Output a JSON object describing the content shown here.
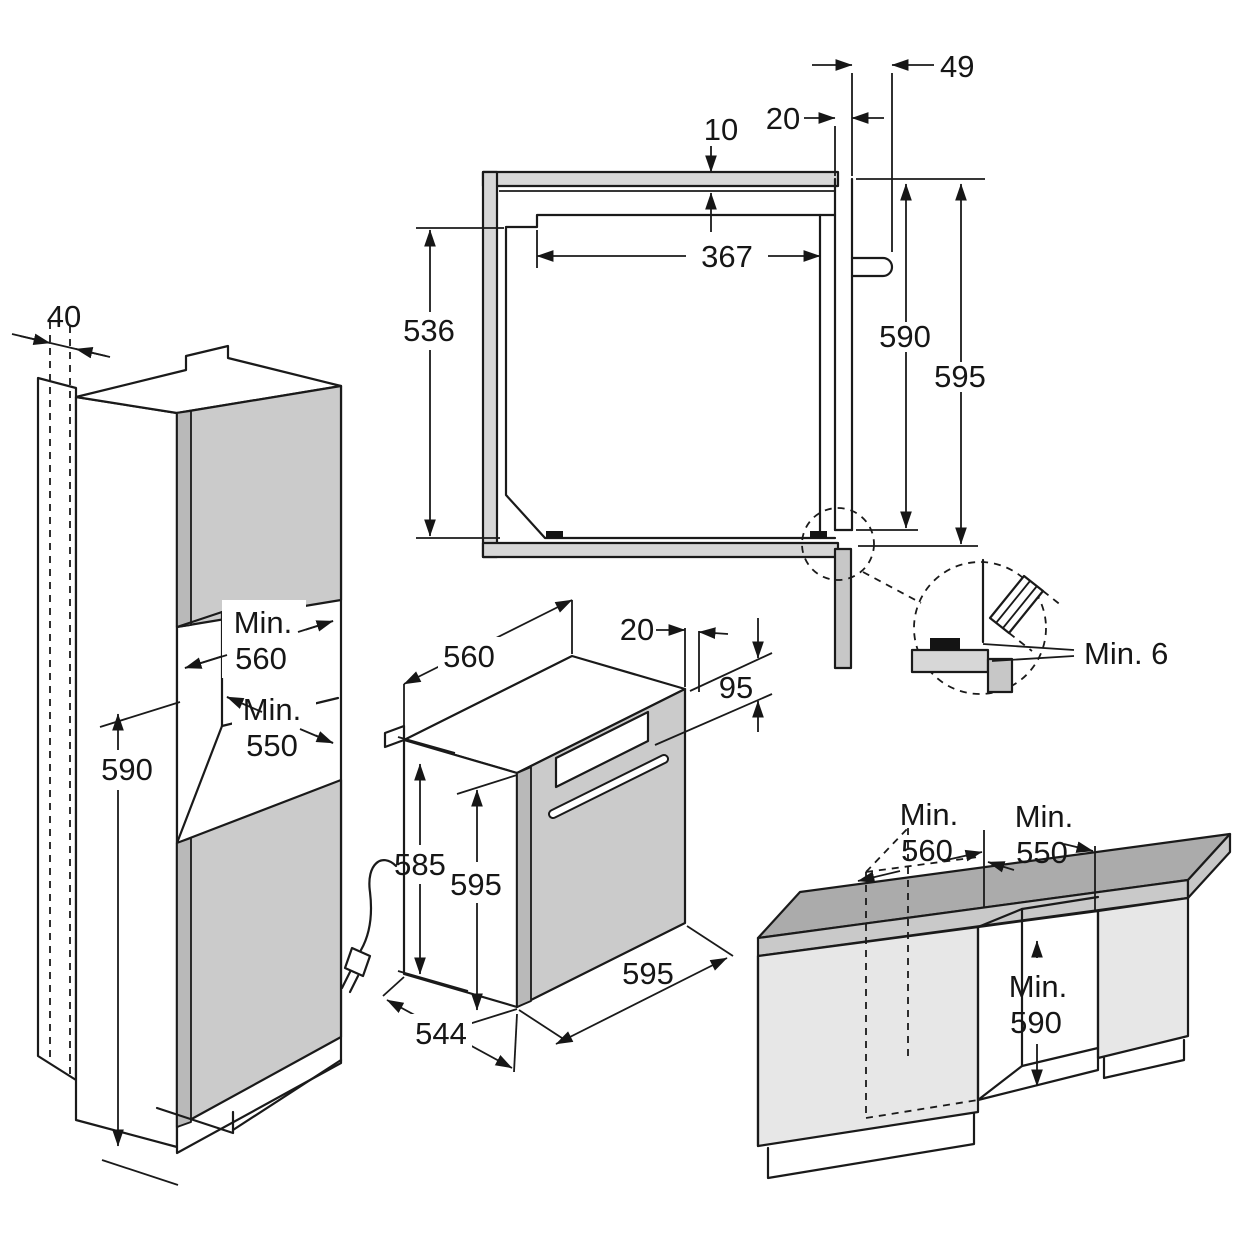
{
  "drawing": {
    "kind": "built-in oven installation dimension diagram",
    "units": "mm"
  },
  "colors": {
    "outline": "#1a1a1a",
    "panel_gray": "#d7d7d7",
    "door_gray": "#cbcbcb",
    "edge_gray": "#b9b9b9",
    "counter_top_gray": "#ababab",
    "face_light_gray": "#e7e7e7",
    "pad_black": "#141414",
    "background": "#ffffff"
  },
  "views": {
    "tall_cabinet": {
      "name": "tall housing unit (isometric)",
      "labels": {
        "wall_gap": "40",
        "min_word_depth": "Min.",
        "min_depth": "560",
        "min_word_width": "Min.",
        "min_width": "550",
        "niche_height": "590"
      }
    },
    "front": {
      "name": "niche front section",
      "labels": {
        "top_gap": "10",
        "panel_thickness": "20",
        "slot_offset": "49",
        "vent_width": "367",
        "inner_height": "536",
        "niche_height": "590",
        "outer_height": "595",
        "detail_gap": "Min. 6"
      }
    },
    "oven": {
      "name": "oven (isometric)",
      "labels": {
        "body_depth_top": "560",
        "door_overhang": "20",
        "control_panel_height": "95",
        "body_height": "585",
        "door_height": "595",
        "body_depth_bottom": "544",
        "door_width": "595"
      }
    },
    "base_cabinet": {
      "name": "base unit with worktop (isometric)",
      "labels": {
        "min_word_a": "Min.",
        "min_a": "560",
        "min_word_b": "Min.",
        "min_b": "550",
        "min_word_c": "Min.",
        "min_c": "590"
      }
    }
  }
}
